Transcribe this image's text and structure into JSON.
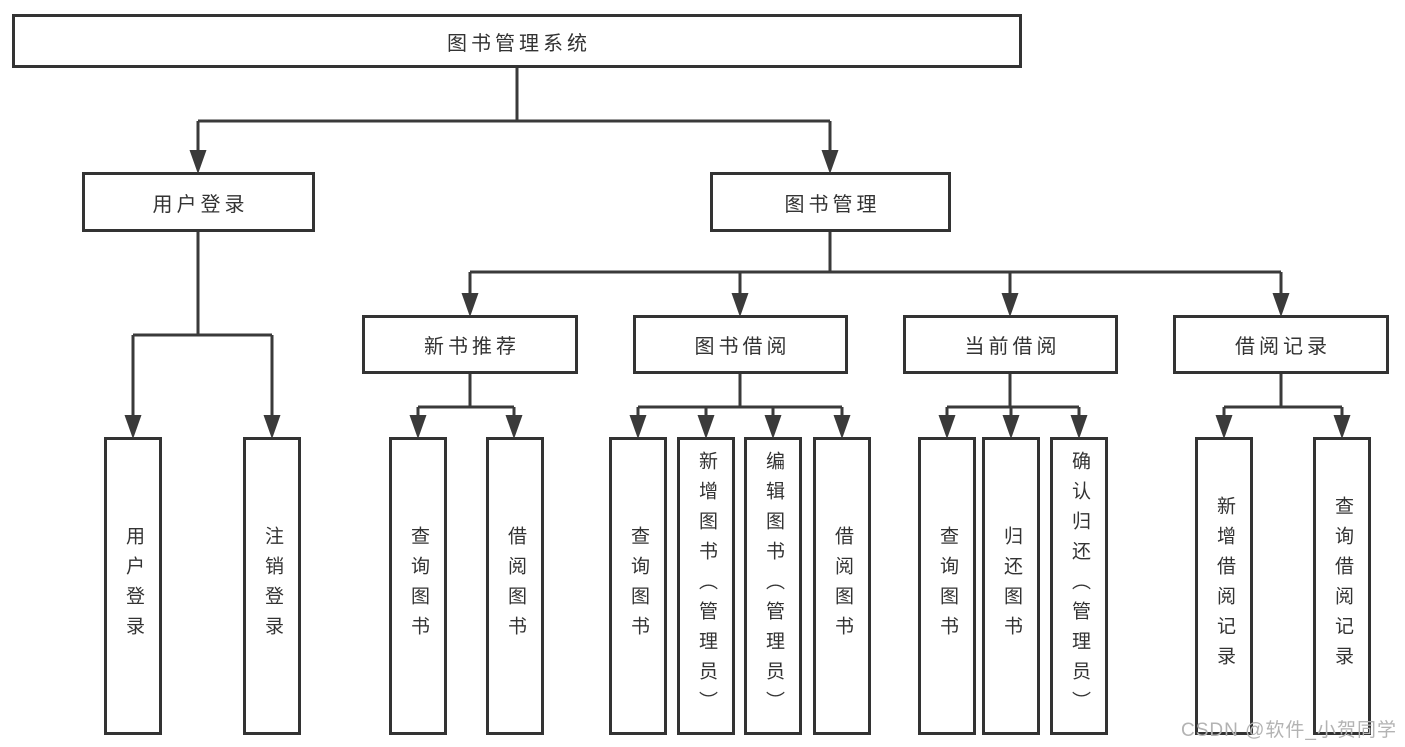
{
  "diagram": {
    "type": "hierarchy-tree",
    "title": "图书管理系统"
  },
  "hierarchy": {
    "label": "图书管理系统",
    "children": [
      {
        "label": "用户登录",
        "children": [
          {
            "label": "用户登录"
          },
          {
            "label": "注销登录"
          }
        ]
      },
      {
        "label": "图书管理",
        "children": [
          {
            "label": "新书推荐",
            "children": [
              {
                "label": "查询图书"
              },
              {
                "label": "借阅图书"
              }
            ]
          },
          {
            "label": "图书借阅",
            "children": [
              {
                "label": "查询图书"
              },
              {
                "label": "新增图书（管理员）"
              },
              {
                "label": "编辑图书（管理员）"
              },
              {
                "label": "借阅图书"
              }
            ]
          },
          {
            "label": "当前借阅",
            "children": [
              {
                "label": "查询图书"
              },
              {
                "label": "归还图书"
              },
              {
                "label": "确认归还（管理员）"
              }
            ]
          },
          {
            "label": "借阅记录",
            "children": [
              {
                "label": "新增借阅记录"
              },
              {
                "label": "查询借阅记录"
              }
            ]
          }
        ]
      }
    ]
  },
  "watermark": {
    "text": "CSDN @软件_小贺同学"
  },
  "colors": {
    "box_border": "#333333",
    "connector": "#3a3a3a",
    "text": "#333333",
    "watermark": "#b3b3b3",
    "background": "#ffffff"
  }
}
